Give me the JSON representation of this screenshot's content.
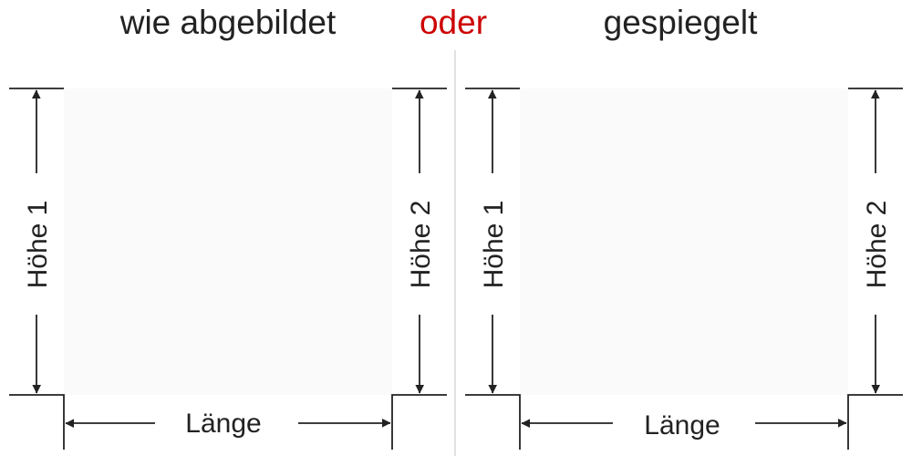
{
  "title_left": "wie abgebildet",
  "title_middle": "oder",
  "title_right": "gespiegelt",
  "left_panel": {
    "height_left": "Höhe 1",
    "height_right": "Höhe 2",
    "length": "Länge"
  },
  "right_panel": {
    "height_left": "Höhe 1",
    "height_right": "Höhe 2",
    "length": "Länge"
  },
  "colors": {
    "accent": "#cc0000",
    "line": "#222222",
    "divider": "#d8d8d8"
  }
}
